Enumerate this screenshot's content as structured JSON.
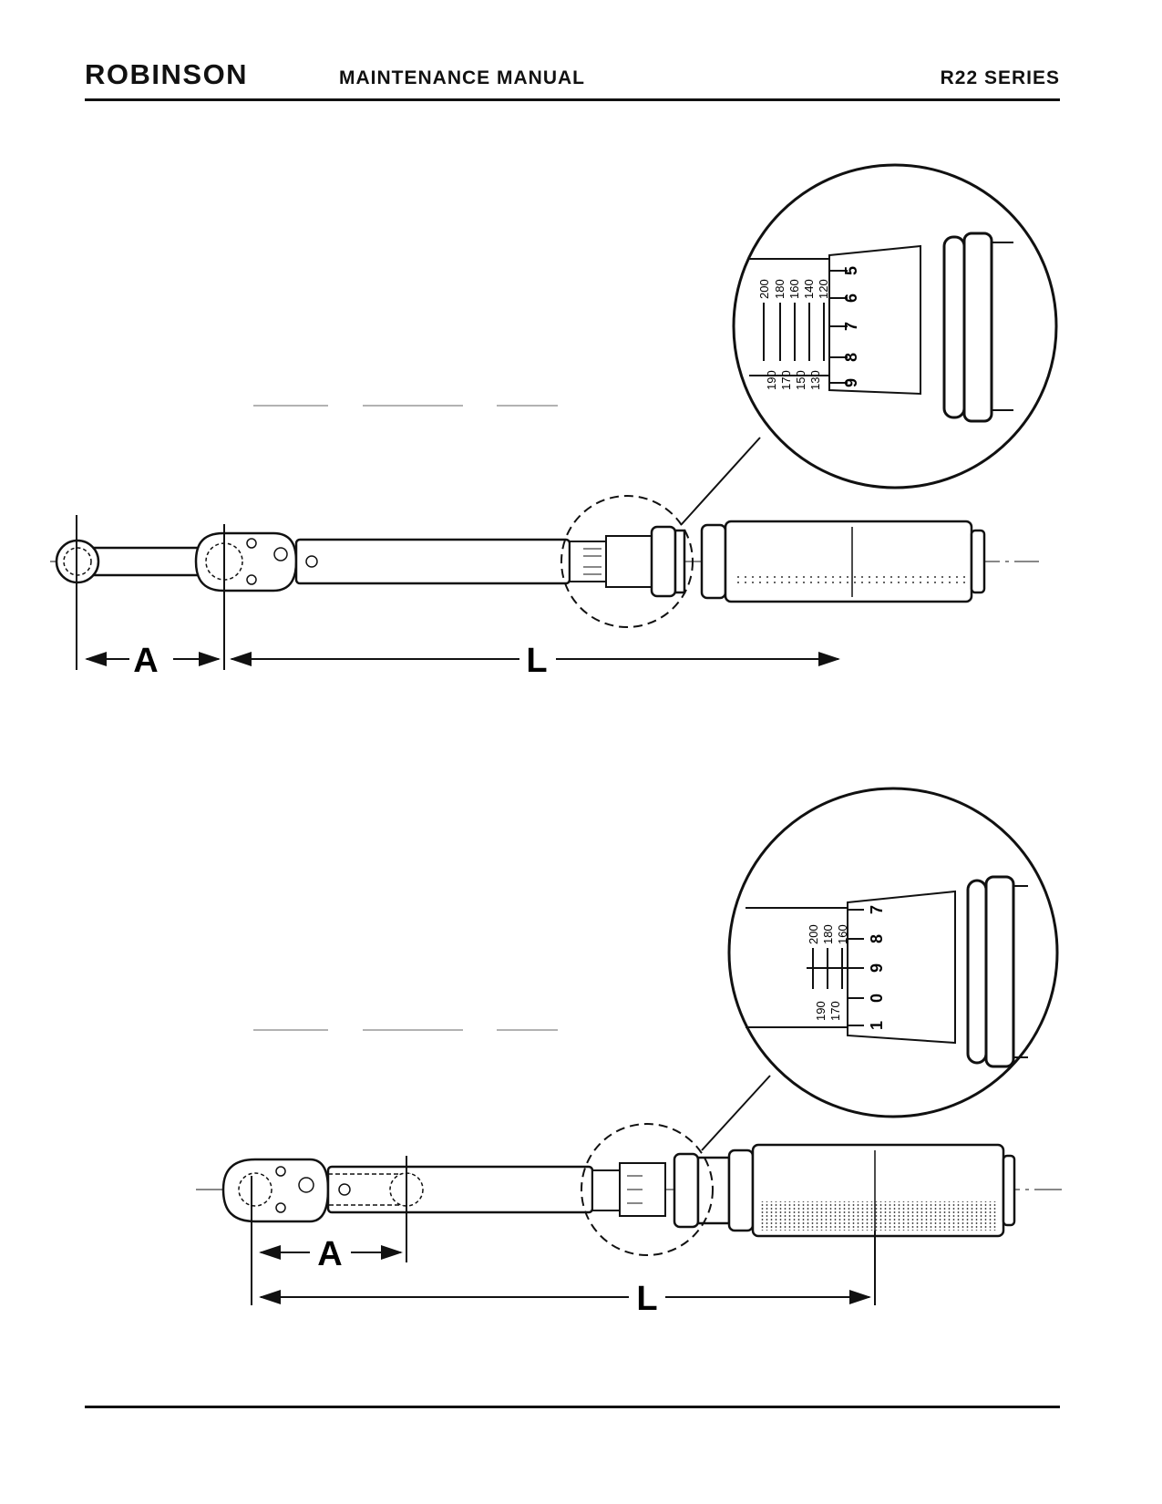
{
  "header": {
    "brand": "ROBINSON",
    "title": "MAINTENANCE MANUAL",
    "series": "R22 SERIES"
  },
  "figures": [
    {
      "dimension_labels": {
        "a": "A",
        "l": "L"
      },
      "detail_primary_scale": [
        "5",
        "6",
        "7",
        "8",
        "9"
      ],
      "detail_secondary_upper": [
        "200",
        "180",
        "160",
        "140",
        "120"
      ],
      "detail_secondary_lower": [
        "190",
        "170",
        "150",
        "130"
      ]
    },
    {
      "dimension_labels": {
        "a": "A",
        "l": "L"
      },
      "detail_primary_scale": [
        "7",
        "8",
        "9",
        "0",
        "1"
      ],
      "detail_secondary_upper": [
        "200",
        "180",
        "160"
      ],
      "detail_secondary_lower": [
        "190",
        "170"
      ]
    }
  ]
}
